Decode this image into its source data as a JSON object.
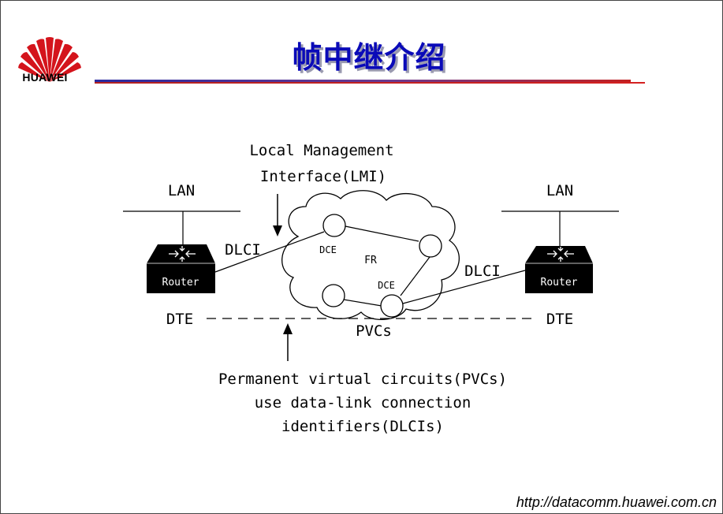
{
  "header": {
    "logo_text": "HUAWEI",
    "title": "帧中继介绍",
    "title_color": "#0a0ab8"
  },
  "diagram": {
    "lmi_line1": "Local Management",
    "lmi_line2": "Interface(LMI)",
    "lan_left": "LAN",
    "lan_right": "LAN",
    "dlci_left": "DLCI",
    "dlci_right": "DLCI",
    "router_left": "Router",
    "router_right": "Router",
    "dce_top": "DCE",
    "dce_bottom": "DCE",
    "cloud_label": "FR",
    "dte_left": "DTE",
    "dte_right": "DTE",
    "pvcs": "PVCs",
    "pvc_desc_line1": "Permanent virtual circuits(PVCs)",
    "pvc_desc_line2": "use data-link connection",
    "pvc_desc_line3": "identifiers(DLCIs)",
    "router_icon": "router-icon"
  },
  "footer": {
    "url": "http://datacomm.huawei.com.cn"
  }
}
